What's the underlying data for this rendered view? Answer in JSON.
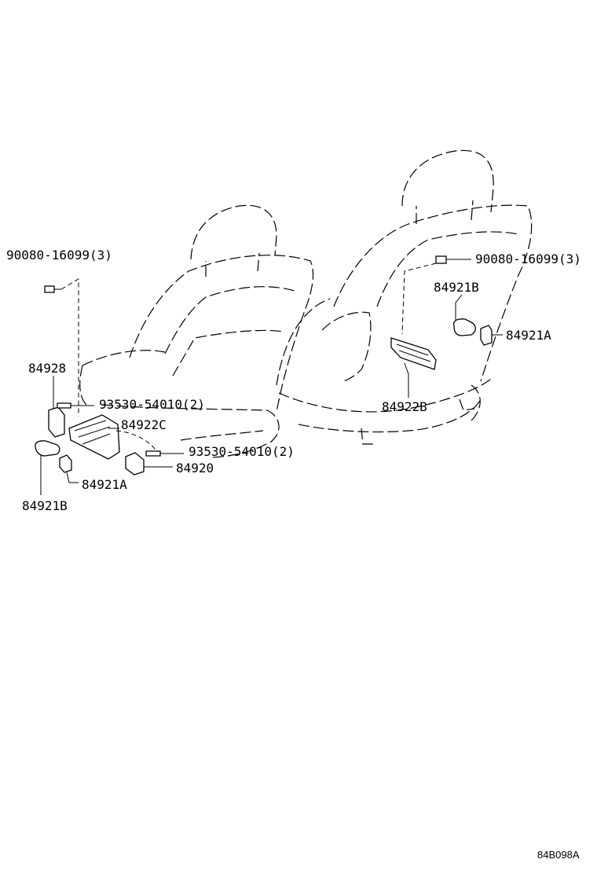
{
  "diagram": {
    "labels": {
      "bolt_left": "90080-16099(3)",
      "bolt_right": "90080-16099(3)",
      "p84928": "84928",
      "screw_upper": "93530-54010(2)",
      "p84922c": "84922C",
      "screw_lower": "93530-54010(2)",
      "p84920": "84920",
      "p84921a_left": "84921A",
      "p84921b_left": "84921B",
      "p84921b_right": "84921B",
      "p84921a_right": "84921A",
      "p84922b": "84922B"
    },
    "figure_code": "84B098A"
  }
}
